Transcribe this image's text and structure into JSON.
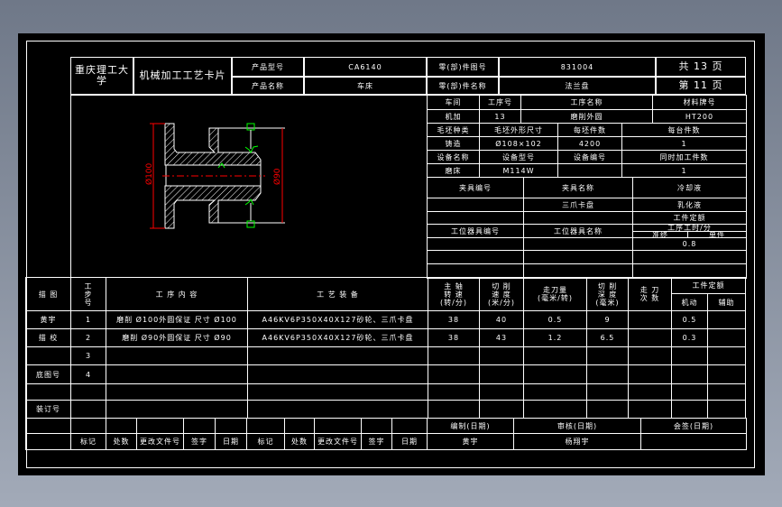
{
  "header": {
    "school": "重庆理工大学",
    "card_title": "机械加工工艺卡片",
    "product_model_label": "产品型号",
    "product_model": "CA6140",
    "product_name_label": "产品名称",
    "product_name": "车床",
    "part_no_label": "零(部)件图号",
    "part_no": "831004",
    "part_name_label": "零(部)件名称",
    "part_name": "法兰盘",
    "total_pages": "共  13  页",
    "page_no": "第  11  页"
  },
  "info": {
    "rows": [
      [
        "车间",
        "工序号",
        "工序名称",
        "材料牌号"
      ],
      [
        "机加",
        "13",
        "磨削外圆",
        "HT200"
      ],
      [
        "毛坯种类",
        "毛坯外形尺寸",
        "每坯件数",
        "每台件数"
      ],
      [
        "铸造",
        "Ø108×102",
        "4200",
        "1"
      ],
      [
        "设备名称",
        "设备型号",
        "设备编号",
        "同时加工件数"
      ],
      [
        "磨床",
        "M114W",
        "",
        "1"
      ]
    ]
  },
  "fixture": {
    "rows": [
      [
        "夹具编号",
        "夹具名称",
        "冷却液"
      ],
      [
        "",
        "三爪卡盘",
        "乳化液"
      ],
      [
        "",
        "",
        "工件定额"
      ],
      [
        "工位器具编号",
        "工位器具名称",
        ""
      ],
      [
        "",
        "",
        "0.8"
      ],
      [
        "",
        "",
        ""
      ],
      [
        "",
        "",
        ""
      ]
    ],
    "time_label": "工序工时/分",
    "prep_label": "准终",
    "unit_label": "单件"
  },
  "drawing": {
    "dim_outer": "Ø100",
    "dim_collar": "Ø90"
  },
  "ops": {
    "headers": [
      "描  图",
      "工\n步\n号",
      "工  序  内  容",
      "工  艺  装  备",
      "主      轴\n转      速\n(转/分)",
      "切      削\n速      度\n(米/分)",
      "走刀量\n(毫米/转)",
      "切  削\n深  度\n(毫米)",
      "走      刀\n次      数",
      "工件定额",
      "机动",
      "辅助"
    ],
    "left_labels": [
      "黄宇",
      "描  校",
      "",
      "底图号",
      "",
      "装订号"
    ],
    "rows": [
      [
        "1",
        "磨削 Ø100外圆保证 尺寸 Ø100",
        "A46KV6P350X40X127砂轮、三爪卡盘",
        "38",
        "40",
        "0.5",
        "9",
        "",
        "0.5",
        ""
      ],
      [
        "2",
        "磨削 Ø90外圆保证 尺寸 Ø90",
        "A46KV6P350X40X127砂轮、三爪卡盘",
        "38",
        "43",
        "1.2",
        "6.5",
        "",
        "0.3",
        ""
      ],
      [
        "3",
        "",
        "",
        "",
        "",
        "",
        "",
        "",
        "",
        ""
      ],
      [
        "4",
        "",
        "",
        "",
        "",
        "",
        "",
        "",
        "",
        ""
      ],
      [
        "",
        "",
        "",
        "",
        "",
        "",
        "",
        "",
        "",
        ""
      ],
      [
        "",
        "",
        "",
        "",
        "",
        "",
        "",
        "",
        "",
        ""
      ]
    ]
  },
  "signoff": {
    "change_labels": [
      "标记",
      "处数",
      "更改文件号",
      "签字",
      "日期",
      "标记",
      "处数",
      "更改文件号",
      "签字",
      "日期"
    ],
    "roles": [
      "编制(日期)",
      "审核(日期)",
      "会签(日期)"
    ],
    "names": [
      "黄宇",
      "杨翔宇",
      ""
    ]
  },
  "colors": {
    "line": "#ffffff",
    "dimension": "#ff0000",
    "marker": "#00ff00",
    "background": "#000000"
  }
}
